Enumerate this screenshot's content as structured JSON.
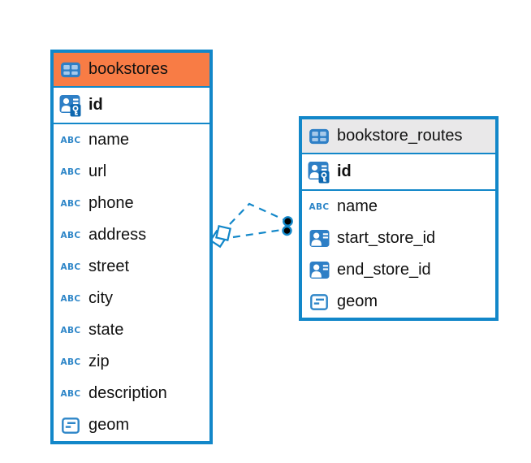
{
  "diagram": {
    "type": "entity-relationship",
    "background": "#ffffff"
  },
  "colors": {
    "table_border": "#1287C9",
    "selected_header_bg": "#F87C45",
    "normal_header_bg": "#E9E8E9",
    "icon_blue": "#2E7FC6",
    "icon_cell_blue": "#A6C9EA",
    "key_overlay_blue": "#0E68B0",
    "text_type_blue": "#2E86C8",
    "text": "#111111",
    "connector": "#1287C9",
    "connector_dot_fill": "#000000"
  },
  "icons": {
    "text_type_label": "ABC"
  },
  "tables": [
    {
      "title": "bookstores",
      "selected": true,
      "columns": [
        {
          "name": "id",
          "icon": "primary-key",
          "key": true
        },
        {
          "name": "name",
          "icon": "text"
        },
        {
          "name": "url",
          "icon": "text"
        },
        {
          "name": "phone",
          "icon": "text"
        },
        {
          "name": "address",
          "icon": "text"
        },
        {
          "name": "street",
          "icon": "text"
        },
        {
          "name": "city",
          "icon": "text"
        },
        {
          "name": "state",
          "icon": "text"
        },
        {
          "name": "zip",
          "icon": "text"
        },
        {
          "name": "description",
          "icon": "text"
        },
        {
          "name": "geom",
          "icon": "geometry"
        }
      ]
    },
    {
      "title": "bookstore_routes",
      "selected": false,
      "columns": [
        {
          "name": "id",
          "icon": "primary-key",
          "key": true
        },
        {
          "name": "name",
          "icon": "text"
        },
        {
          "name": "start_store_id",
          "icon": "person"
        },
        {
          "name": "end_store_id",
          "icon": "person"
        },
        {
          "name": "geom",
          "icon": "geometry"
        }
      ]
    }
  ],
  "connectors": {
    "style": "dashed",
    "line_count": 2,
    "source_table": "bookstores",
    "target_table": "bookstore_routes",
    "source_marker": "double-diamond",
    "target_marker": "double-dot"
  }
}
